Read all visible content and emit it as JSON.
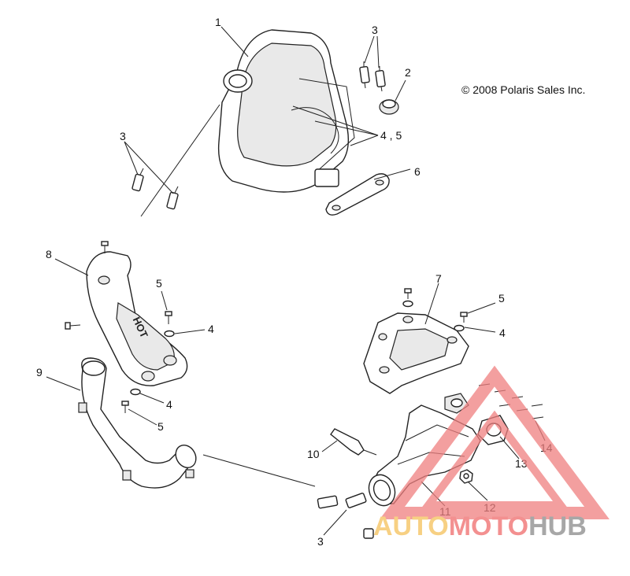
{
  "copyright": "© 2008 Polaris Sales Inc.",
  "callouts": [
    {
      "id": "c1",
      "text": "1"
    },
    {
      "id": "c2",
      "text": "2"
    },
    {
      "id": "c3a",
      "text": "3"
    },
    {
      "id": "c3b",
      "text": "3"
    },
    {
      "id": "c3c",
      "text": "3"
    },
    {
      "id": "c45",
      "text": "4 , 5"
    },
    {
      "id": "c4a",
      "text": "4"
    },
    {
      "id": "c4b",
      "text": "4"
    },
    {
      "id": "c4c",
      "text": "4"
    },
    {
      "id": "c5a",
      "text": "5"
    },
    {
      "id": "c5b",
      "text": "5"
    },
    {
      "id": "c5c",
      "text": "5"
    },
    {
      "id": "c6",
      "text": "6"
    },
    {
      "id": "c7",
      "text": "7"
    },
    {
      "id": "c8",
      "text": "8"
    },
    {
      "id": "c9",
      "text": "9"
    },
    {
      "id": "c10",
      "text": "10"
    },
    {
      "id": "c11",
      "text": "11"
    },
    {
      "id": "c12",
      "text": "12"
    },
    {
      "id": "c13",
      "text": "13"
    },
    {
      "id": "c14",
      "text": "14"
    }
  ],
  "heat_shield_stamp": "HOT",
  "watermark": {
    "part1": "AUTO",
    "part2": "MOTO",
    "part3": "HUB",
    "colors": {
      "auto": "#f5c15a",
      "moto": "#ef6b6b",
      "hub": "#8a8a8a",
      "triangle": "#f08080"
    }
  }
}
